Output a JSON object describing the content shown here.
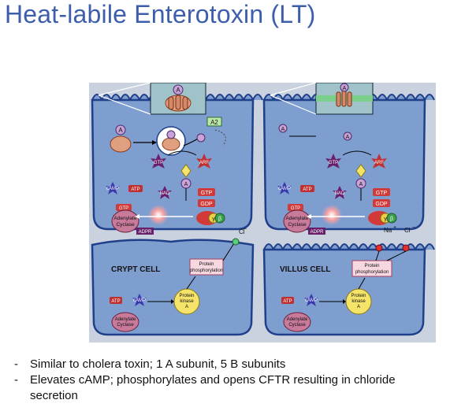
{
  "title": "Heat-labile Enterotoxin (LT)",
  "figure": {
    "cells": [
      {
        "name": "CRYPT CELL"
      },
      {
        "name": "VILLUS CELL"
      }
    ],
    "labels": {
      "a_subunit": "A",
      "a2": "A2",
      "gtp": "GTP",
      "gdp": "GDP",
      "arf": "ARF",
      "nad": "NAD",
      "camp": "cAMP",
      "atp": "ATP",
      "adenylate_cyclase": [
        "Adenylate",
        "Cyclase"
      ],
      "adpr": "ADPR",
      "gamma": "γ",
      "beta": "β",
      "protein_phosphorylation": [
        "Protein",
        "phosphorylation"
      ],
      "protein_kinase_a": [
        "Protein",
        "kinase",
        "A"
      ],
      "cl": "Cl",
      "na": "Na",
      "minus": "−",
      "plus": "+"
    }
  },
  "bullets": [
    {
      "dash": "-",
      "text": "Similar to cholera toxin; 1 A subunit, 5 B subunits"
    },
    {
      "dash": "-",
      "text": "Elevates cAMP; phosphorylates and opens CFTR resulting in chloride secretion"
    }
  ]
}
